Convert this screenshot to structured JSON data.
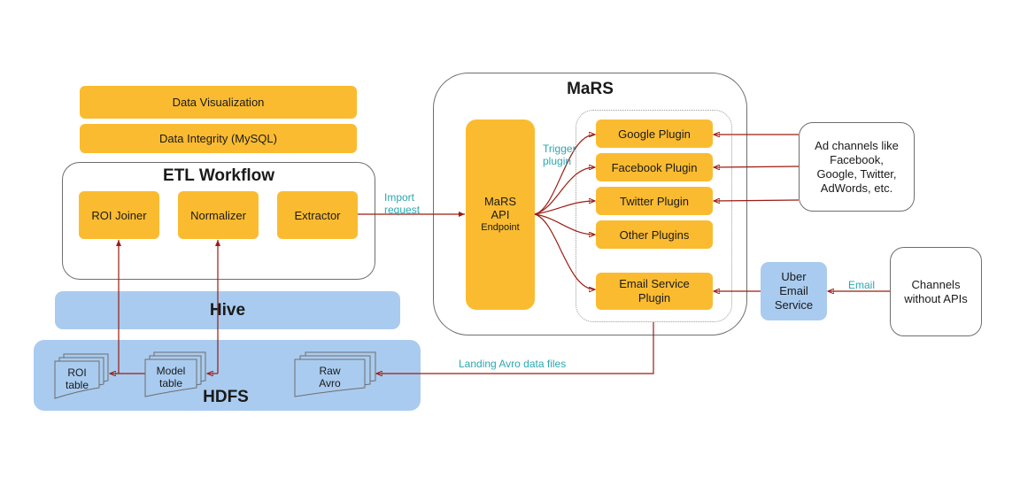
{
  "diagram": {
    "etl": {
      "data_visualization": "Data Visualization",
      "data_integrity": "Data Integrity (MySQL)",
      "workflow_title": "ETL Workflow",
      "roi_joiner": "ROI Joiner",
      "normalizer": "Normalizer",
      "extractor": "Extractor"
    },
    "storage": {
      "hive": "Hive",
      "hdfs": "HDFS",
      "roi_table": "ROI\ntable",
      "model_table": "Model\ntable",
      "raw_avro": "Raw\nAvro"
    },
    "mars": {
      "title": "MaRS",
      "api_line1": "MaRS",
      "api_line2": "API",
      "api_line3": "Endpoint",
      "plugins": [
        "Google Plugin",
        "Facebook Plugin",
        "Twitter Plugin",
        "Other Plugins"
      ],
      "email_plugin": "Email Service\nPlugin"
    },
    "external": {
      "ad_channels": "Ad channels like\nFacebook,\nGoogle, Twitter,\nAdWords, etc.",
      "uber_email": "Uber\nEmail\nService",
      "channels_no_api": "Channels\nwithout APIs"
    },
    "edge_labels": {
      "import_request": "Import\nrequest",
      "trigger_plugin": "Trigger\nplugin",
      "landing_avro": "Landing Avro data files",
      "email": "Email"
    },
    "colors": {
      "component": "#fbbb30",
      "storage": "#a9cbef",
      "arrow": "#9b1c12",
      "edge_label": "#2aa8b0"
    }
  }
}
